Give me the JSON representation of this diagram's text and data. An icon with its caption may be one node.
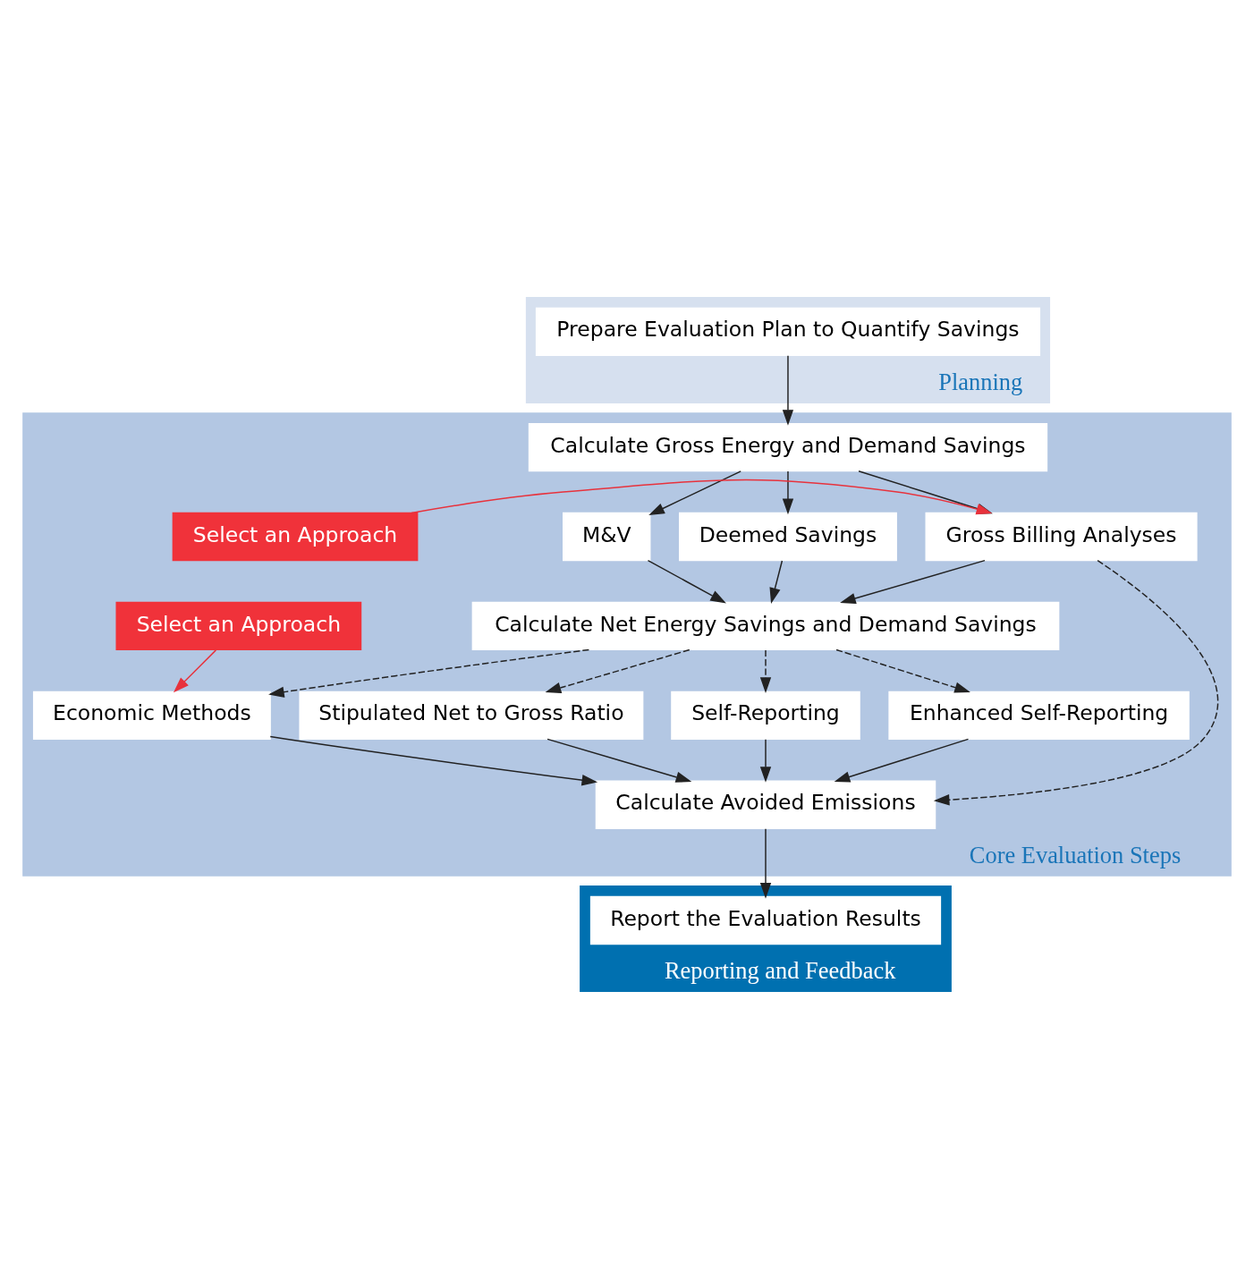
{
  "diagram": {
    "nodes": [
      {
        "text": [
          "Planning"
        ]
      },
      {
        "text": [
          "Prepare Evaluation Plan to Quantify Savings"
        ],
        "in": 0
      },
      {
        "text": [
          "Core Evaluation Steps"
        ]
      },
      {
        "text": [
          "Calculate Gross Energy and Demand Savings"
        ],
        "in": 2
      },
      {
        "text": [
          "Select an Approach"
        ],
        "in": 2
      },
      {
        "text": [
          "M&V"
        ],
        "in": 2
      },
      {
        "text": [
          "Deemed Savings"
        ],
        "in": 2
      },
      {
        "text": [
          "Gross Billing Analyses"
        ],
        "in": 2
      },
      {
        "text": [
          "Calculate Net Energy Savings and Demand Savings"
        ],
        "in": 2
      },
      {
        "text": [
          "Select an Approach"
        ],
        "in": 2
      },
      {
        "text": [
          "Stipulated Net to Gross Ratio"
        ],
        "in": 2
      },
      {
        "text": [
          "Self-Reporting"
        ],
        "in": 2
      },
      {
        "text": [
          "Enhanced Self-Reporting"
        ],
        "in": 2
      },
      {
        "text": [
          "Economic Methods"
        ],
        "in": 2
      },
      {
        "text": [
          "Calculate Avoided Emissions"
        ],
        "in": 2
      },
      {
        "text": [
          "Reporting and Feedback"
        ]
      },
      {
        "text": [
          "Report the Evaluation Results"
        ],
        "in": 15
      }
    ],
    "edges": [
      {
        "from": 1,
        "to": 3,
        "arrow": "to"
      },
      {
        "from": 3,
        "to": 5,
        "arrow": "to"
      },
      {
        "from": 3,
        "to": 6,
        "arrow": "to"
      },
      {
        "from": 3,
        "to": 7,
        "arrow": "to"
      },
      {
        "from": 4,
        "to": 7,
        "arrow": "to",
        "color": "#e8323c"
      },
      {
        "from": 5,
        "to": 8,
        "arrow": "to"
      },
      {
        "from": 6,
        "to": 8,
        "arrow": "to"
      },
      {
        "from": 7,
        "to": 8,
        "arrow": "to"
      },
      {
        "from": 8,
        "to": 10,
        "arrow": "to",
        "style": "dashed"
      },
      {
        "from": 8,
        "to": 11,
        "arrow": "to",
        "style": "dashed"
      },
      {
        "from": 8,
        "to": 12,
        "arrow": "to",
        "style": "dashed"
      },
      {
        "from": 8,
        "to": 13,
        "arrow": "to",
        "style": "dashed"
      },
      {
        "from": 9,
        "to": 13,
        "arrow": "to",
        "color": "#e8323c"
      },
      {
        "from": 10,
        "to": 14,
        "arrow": "to"
      },
      {
        "from": 11,
        "to": 14,
        "arrow": "to"
      },
      {
        "from": 12,
        "to": 14,
        "arrow": "to"
      },
      {
        "from": 13,
        "to": 14,
        "arrow": "to"
      },
      {
        "from": 7,
        "to": 14,
        "arrow": "to",
        "style": "dashed"
      },
      {
        "from": 14,
        "to": 16,
        "arrow": "to"
      }
    ]
  }
}
